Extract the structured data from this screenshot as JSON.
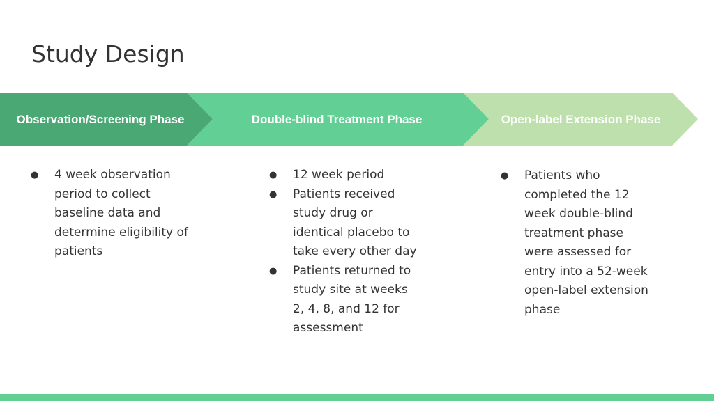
{
  "title": "Study Design",
  "colors": {
    "phase1": "#4aa875",
    "phase2": "#62d095",
    "phase3": "#bde0ad",
    "bottom_bar": "#62d095",
    "text": "#333333"
  },
  "phases": [
    {
      "label": "Observation/Screening Phase",
      "bullets": [
        "4 week observation period to collect baseline data and determine eligibility of patients"
      ]
    },
    {
      "label": "Double-blind Treatment Phase",
      "bullets": [
        "12 week period",
        "Patients received study drug or identical placebo to take every other day",
        "Patients returned to study site at weeks 2, 4, 8, and 12 for assessment"
      ]
    },
    {
      "label": "Open-label Extension Phase",
      "bullets": [
        "Patients who completed the 12 week double-blind treatment phase were assessed for entry into a 52-week open-label extension phase"
      ]
    }
  ]
}
